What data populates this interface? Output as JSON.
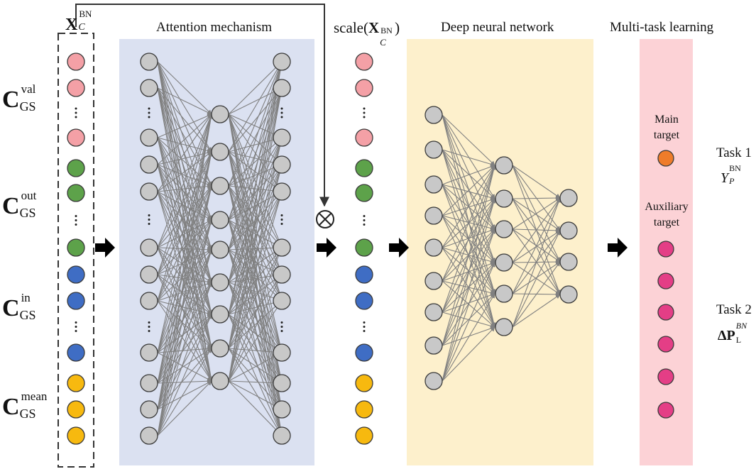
{
  "titles": {
    "input_var_base": "X",
    "input_var_sub": "C",
    "input_var_sup": "BN",
    "attention": "Attention mechanism",
    "scale_prefix": "scale(",
    "scale_var": "X",
    "scale_sub": "C",
    "scale_sup": "BN",
    "scale_suffix": ")",
    "dnn": "Deep neural network",
    "mtl": "Multi-task learning"
  },
  "groups": [
    {
      "base": "C",
      "sup": "val",
      "sub": "GS"
    },
    {
      "base": "C",
      "sup": "out",
      "sub": "GS"
    },
    {
      "base": "C",
      "sup": "in",
      "sub": "GS"
    },
    {
      "base": "C",
      "sup": "mean",
      "sub": "GS"
    }
  ],
  "tasks": {
    "main_target_line1": "Main",
    "main_target_line2": "target",
    "aux_target_line1": "Auxiliary",
    "aux_target_line2": "target",
    "task1": "Task 1",
    "task1_var": "Y",
    "task1_sub": "P",
    "task1_sup": "BN",
    "task2": "Task 2",
    "task2_var": "ΔP",
    "task2_sub": "L",
    "task2_sup": "BN"
  },
  "colors": {
    "attention_bg": "#dbe1f1",
    "dnn_bg": "#fdf0cc",
    "mtl_bg": "#fcd2d6",
    "val_node": "#f4a0a6",
    "out_node": "#5da24a",
    "in_node": "#3f6dc4",
    "mean_node": "#f7b90f",
    "hidden_node": "#c8c8c8",
    "main_target_node": "#ee7c2a",
    "aux_target_node": "#e43e86",
    "edge": "#808080"
  },
  "icons": [
    "multiply-circle-icon",
    "arrow-right-icon"
  ]
}
